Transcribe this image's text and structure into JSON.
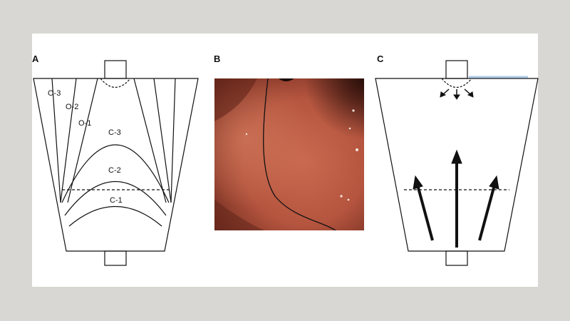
{
  "figure": {
    "panel_a": {
      "label": "A",
      "open_labels": [
        "O-3",
        "O-2",
        "O-1"
      ],
      "closed_labels": [
        "C-3",
        "C-2",
        "C-1"
      ]
    },
    "panel_b": {
      "label": "B"
    },
    "panel_c": {
      "label": "C"
    }
  },
  "colors": {
    "background": "#d9d7d3",
    "slide": "#ffffff",
    "line": "#111111",
    "mucosa": "#b5553f"
  }
}
